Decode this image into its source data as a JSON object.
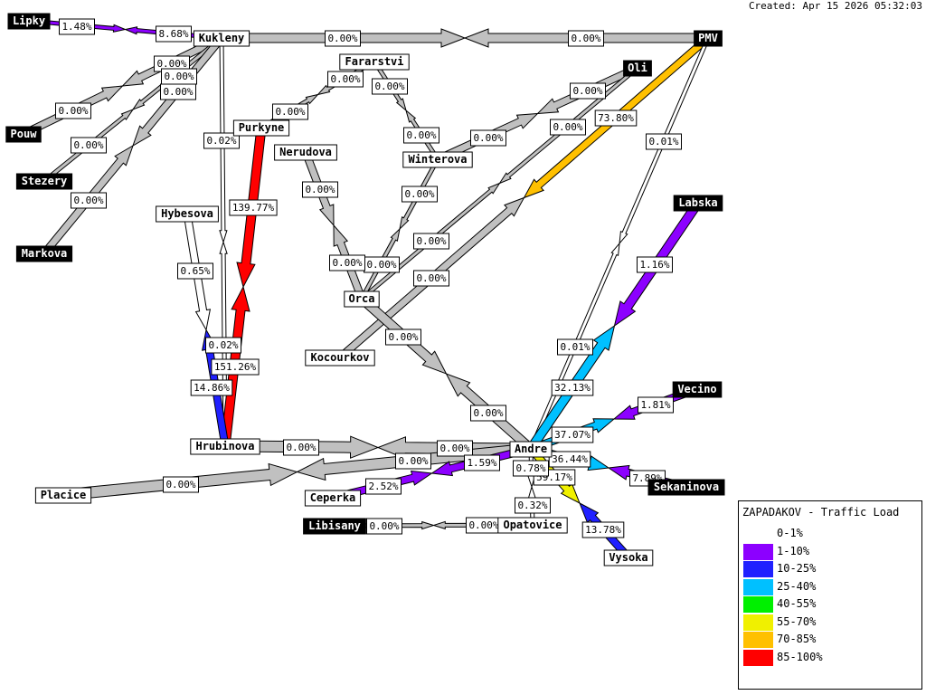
{
  "created": "Created: Apr 15 2026 05:32:03",
  "nodes": [
    {
      "name": "Lipky",
      "style": "black"
    },
    {
      "name": "Kukleny",
      "style": "white"
    },
    {
      "name": "PMV",
      "style": "black"
    },
    {
      "name": "Oli",
      "style": "black"
    },
    {
      "name": "Fararstvi",
      "style": "white"
    },
    {
      "name": "Purkyne",
      "style": "white"
    },
    {
      "name": "Nerudova",
      "style": "white"
    },
    {
      "name": "Winterova",
      "style": "white"
    },
    {
      "name": "Pouw",
      "style": "black"
    },
    {
      "name": "Stezery",
      "style": "black"
    },
    {
      "name": "Markova",
      "style": "black"
    },
    {
      "name": "Hybesova",
      "style": "white"
    },
    {
      "name": "Labska",
      "style": "black"
    },
    {
      "name": "Orca",
      "style": "white"
    },
    {
      "name": "Kocourkov",
      "style": "white"
    },
    {
      "name": "Vecino",
      "style": "black"
    },
    {
      "name": "Andre",
      "style": "white"
    },
    {
      "name": "Hrubinova",
      "style": "white"
    },
    {
      "name": "Placice",
      "style": "white"
    },
    {
      "name": "Ceperka",
      "style": "white"
    },
    {
      "name": "Sekaninova",
      "style": "black"
    },
    {
      "name": "Libisany",
      "style": "black"
    },
    {
      "name": "Opatovice",
      "style": "white"
    },
    {
      "name": "Vysoka",
      "style": "white"
    }
  ],
  "links": [
    {
      "from": "Lipky",
      "to": "Kukleny",
      "out": "1.48%",
      "in": "8.68%"
    },
    {
      "from": "Kukleny",
      "to": "PMV",
      "out": "0.00%",
      "in": "0.00%"
    },
    {
      "from": "Kukleny",
      "to": "Pouw",
      "out": "0.00%",
      "in": "0.00%"
    },
    {
      "from": "Kukleny",
      "to": "Stezery",
      "out": "0.00%",
      "in": "0.00%"
    },
    {
      "from": "Kukleny",
      "to": "Markova",
      "out": "0.00%",
      "in": "0.00%"
    },
    {
      "from": "Kukleny",
      "to": "Hrubinova",
      "out": "0.02%",
      "in": "0.02%"
    },
    {
      "from": "Purkyne",
      "to": "Hrubinova",
      "out": "139.77%",
      "in": "151.26%"
    },
    {
      "from": "Hybesova",
      "to": "Hrubinova",
      "out": "0.65%",
      "in": "14.86%"
    },
    {
      "from": "Purkyne",
      "to": "Fararstvi",
      "out": "0.00%",
      "in": "0.00%"
    },
    {
      "from": "Fararstvi",
      "to": "Winterova",
      "out": "0.00%",
      "in": "0.00%"
    },
    {
      "from": "Winterova",
      "to": "Oli",
      "out": "0.00%",
      "in": "0.00%"
    },
    {
      "from": "Winterova",
      "to": "Orca",
      "out": "0.00%",
      "in": "0.00%"
    },
    {
      "from": "Nerudova",
      "to": "Orca",
      "out": "0.00%",
      "in": "0.00%"
    },
    {
      "from": "Oli",
      "to": "Orca",
      "out": "0.00%",
      "in": "0.00%"
    },
    {
      "from": "PMV",
      "to": "Kocourkov",
      "out": "73.80%",
      "in": "0.00%"
    },
    {
      "from": "PMV",
      "to": "Andre",
      "out": "0.01%",
      "in": "0.01%"
    },
    {
      "from": "Orca",
      "to": "Andre",
      "out": "0.00%",
      "in": "0.00%"
    },
    {
      "from": "Labska",
      "to": "Andre",
      "out": "1.16%",
      "in": "32.13%"
    },
    {
      "from": "Vecino",
      "to": "Andre",
      "out": "1.81%",
      "in": "37.07%"
    },
    {
      "from": "Sekaninova",
      "to": "Andre",
      "out": "7.89%",
      "in": "36.44%"
    },
    {
      "from": "Vysoka",
      "to": "Andre",
      "out": "13.78%",
      "in": "59.17%"
    },
    {
      "from": "Opatovice",
      "to": "Andre",
      "out": "0.32%",
      "in": "0.78%"
    },
    {
      "from": "Hrubinova",
      "to": "Andre",
      "out": "0.00%",
      "in": "0.00%"
    },
    {
      "from": "Placice",
      "to": "Andre",
      "out": "0.00%",
      "in": "0.00%"
    },
    {
      "from": "Ceperka",
      "to": "Andre",
      "out": "2.52%",
      "in": "1.59%"
    },
    {
      "from": "Libisany",
      "to": "Opatovice",
      "out": "0.00%",
      "in": "0.00%"
    }
  ],
  "colors": {
    "zero": "#c0c0c0",
    "under1": "#ffffff"
  },
  "legend": {
    "title": "ZAPADAKOV - Traffic Load",
    "ranges": [
      {
        "label": "0-1%",
        "color": "#ffffff"
      },
      {
        "label": "1-10%",
        "color": "#8c00ff"
      },
      {
        "label": "10-25%",
        "color": "#2020ff"
      },
      {
        "label": "25-40%",
        "color": "#00c0ff"
      },
      {
        "label": "40-55%",
        "color": "#00f000"
      },
      {
        "label": "55-70%",
        "color": "#f0f000"
      },
      {
        "label": "70-85%",
        "color": "#ffc000"
      },
      {
        "label": "85-100%",
        "color": "#ff0000"
      }
    ]
  }
}
